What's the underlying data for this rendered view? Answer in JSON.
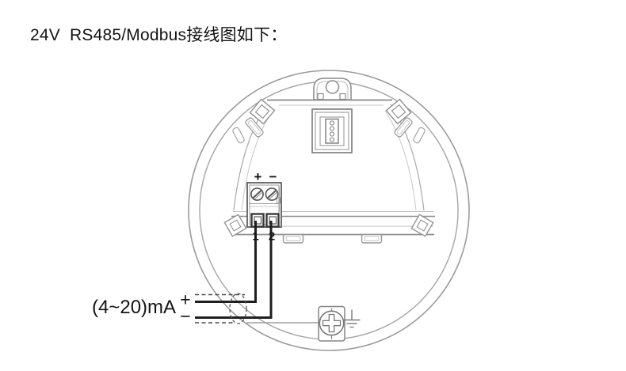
{
  "title": "24V  RS485/Modbus接线图如下：",
  "wiring": {
    "current_range_label": "(4~20)mA",
    "source_positive": "+",
    "source_negative": "−",
    "terminal_positive": "+",
    "terminal_negative": "−",
    "terminal_number_1": "1",
    "terminal_number_2": "2"
  },
  "icons": {
    "housing": "round-enclosure-top-view",
    "cover_hinge": "hinge-bracket-with-hole-icon",
    "display_port": "four-pin-connector-icon",
    "terminal_screws": "slotted-screw-icon",
    "ground_screw": "phillips-screw-icon",
    "earth": "earth-ground-symbol-icon",
    "cable_entry": "dashed-cable-entry-ellipse"
  },
  "colors": {
    "background": "#ffffff",
    "line_gray": "#8e8e8e",
    "light_gray": "#bcbcbc",
    "dark_outline": "#383838",
    "wire_black": "#1f1f1f",
    "text": "#141414"
  }
}
